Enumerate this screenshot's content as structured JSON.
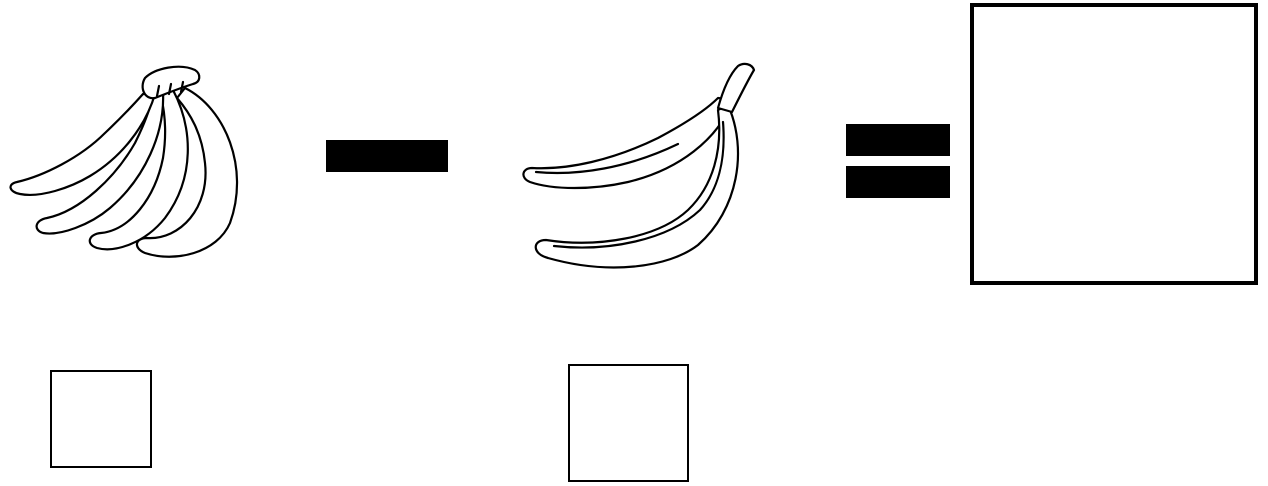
{
  "equation": {
    "operator": "minus",
    "relation": "equals",
    "left_term": {
      "picture": "banana-bunch-icon",
      "banana_count": 4
    },
    "right_term": {
      "picture": "two-bananas-icon",
      "banana_count": 2
    }
  },
  "answer_box": {
    "value": ""
  },
  "count_boxes": [
    {
      "value": ""
    },
    {
      "value": ""
    }
  ],
  "colors": {
    "ink": "#000000",
    "paper": "#ffffff"
  }
}
